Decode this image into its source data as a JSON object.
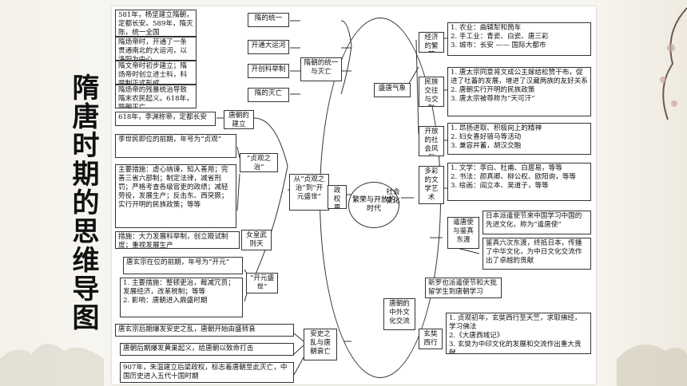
{
  "title": "隋唐时期的思维导图",
  "center": "繁荣与开放的时代",
  "left": {
    "sui": {
      "branch_label": "隋朝的统一与灭亡",
      "items": [
        {
          "label": "隋的统一",
          "text": "581年，杨坚建立隋朝，定都长安。589年，隋灭陈，统一全国"
        },
        {
          "label": "开通大运河",
          "text": "隋炀帝时，开通了一条贯通南北的大运河，以洛阳为中心"
        },
        {
          "label": "开创科举制",
          "text": "隋文帝时初步建立；隋炀帝时创立进士科，科举制正式形成"
        },
        {
          "label": "隋的灭亡",
          "text": "隋炀帝的残暴统治导致隋末农民起义。618年，隋朝灭亡"
        }
      ]
    },
    "politics": {
      "label": "政权更替",
      "zhenguan_branch": "从“贞观之治”到“开元盛世”",
      "tang_founding": {
        "label": "唐朝的建立",
        "text": "618年，李渊称帝，定都长安"
      },
      "zhenguan": {
        "label": "“贞观之治”",
        "items": [
          "李世民即位的前期，年号为“贞观”",
          "主要措施：虚心纳谏，知人善用；完善三省六部制；制定法律，减省刑罚；严格考查各级官吏的政绩；减轻劳役，发展生产；反击东、西突厥；实行开明的民族政策；等等"
        ]
      },
      "wuzetian": {
        "label": "女皇武则天",
        "text": "措施：大力发展科举制，创立殿试制度；重视发展生产"
      },
      "kaiyuan": {
        "label": "“开元盛世”",
        "items": [
          "唐玄宗在位的前期，年号为“开元”",
          "1. 主要措施：整顿吏治，裁减冗员；发展经济，改革税制；等等\n2. 影响：唐朝进入鼎盛时期"
        ]
      },
      "decline": {
        "label": "安史之乱与唐朝衰亡",
        "items": [
          "唐玄宗后期爆发安史之乱，唐朝开始由盛转衰",
          "唐朝后期爆发黄巢起义，给唐朝以致命打击",
          "907年，朱温建立后梁政权，标志着唐朝至此灭亡，中国历史进入五代十国时期"
        ]
      }
    }
  },
  "right": {
    "prosperity": {
      "label": "盛唐气象",
      "items": [
        {
          "label": "经济的繁荣",
          "text": "1. 农业：曲辕犁和筒车\n2. 手工业：青瓷、白瓷、唐三彩\n3. 城市：长安 —— 国际大都市"
        },
        {
          "label": "民族交往与交融",
          "text": "1. 唐太宗同意将文成公主嫁给松赞干布，促进了吐蕃的发展，增进了汉藏两族的友好关系\n2. 唐朝实行开明的民族政策\n3. 唐太宗被尊称为“天可汗”"
        },
        {
          "label": "开放的社会风气",
          "text": "1. 昂扬进取、积极向上的精神\n2. 妇女喜好骑马等活动\n3. 兼容并蓄，胡汉交融"
        },
        {
          "label": "多彩的文学艺术",
          "text": "1. 文学：李白、杜甫、白居易，等等\n2. 书法：颜真卿、柳公权、欧阳询，等等\n3. 绘画：阎立本、吴道子，等等"
        }
      ]
    },
    "society_label": "社会变化",
    "exchange": {
      "label": "唐朝的中外文化交流",
      "japan": {
        "label": "遣唐使与鉴真东渡",
        "items": [
          "日本派遣使节来中国学习中国的先进文化，称为“遣唐使”",
          "鉴真六次东渡，终抵日本，传播了中华文化，为中日文化交流作出了卓越的贡献"
        ]
      },
      "silla": "新罗也派遣使节和大批留学生到唐朝学习",
      "xuanzang": {
        "label": "玄奘西行",
        "text": "1. 贞观初年，玄奘西行至天竺，求取佛经，学习佛法\n2.《大唐西域记》\n3. 玄奘为中印文化的发展和交流作出重大贡献"
      }
    }
  }
}
